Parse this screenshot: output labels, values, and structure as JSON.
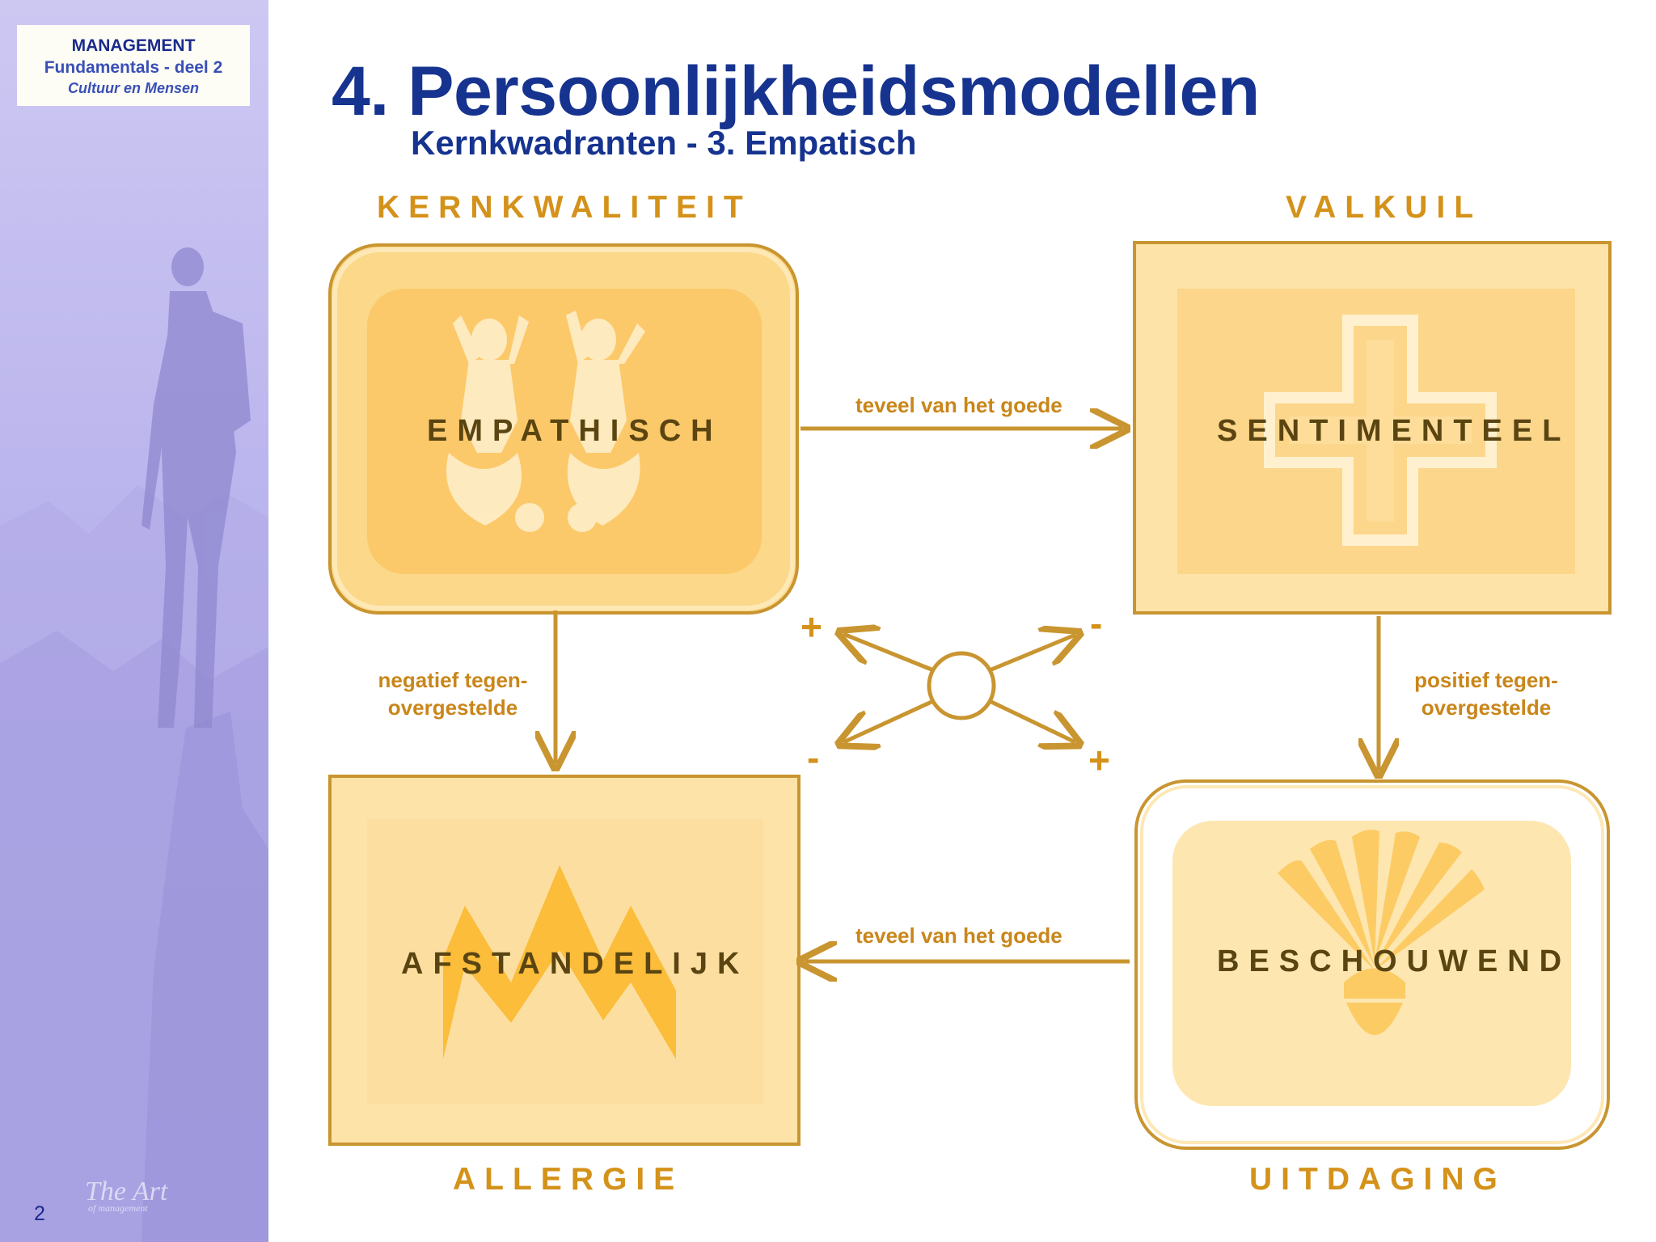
{
  "badge": {
    "line1": "MANAGEMENT",
    "line2": "Fundamentals - deel 2",
    "line3": "Cultuur en Mensen"
  },
  "slide": {
    "title": "4. Persoonlijkheidsmodellen",
    "subtitle": "Kernkwadranten - 3. Empatisch",
    "page_number": "2"
  },
  "logo": {
    "text": "The Art",
    "tagline": "of management"
  },
  "quadrants": {
    "kernkwaliteit": {
      "heading": "KERNKWALITEIT",
      "value": "EMPATHISCH"
    },
    "valkuil": {
      "heading": "VALKUIL",
      "value": "SENTIMENTEEL"
    },
    "allergie": {
      "heading": "ALLERGIE",
      "value": "AFSTANDELIJK"
    },
    "uitdaging": {
      "heading": "UITDAGING",
      "value": "BESCHOUWEND"
    }
  },
  "relations": {
    "top": "teveel van het goede",
    "bottom": "teveel van het goede",
    "left_line1": "negatief tegen-",
    "left_line2": "overgestelde",
    "right_line1": "positief tegen-",
    "right_line2": "overgestelde"
  },
  "signs": {
    "top_left": "+",
    "top_right": "-",
    "bottom_left": "-",
    "bottom_right": "+"
  },
  "colors": {
    "title": "#16338f",
    "accent": "#d4921a",
    "box_fill": "#fde3a7",
    "box_inner": "#fbd88a",
    "box_border": "#c99530"
  }
}
